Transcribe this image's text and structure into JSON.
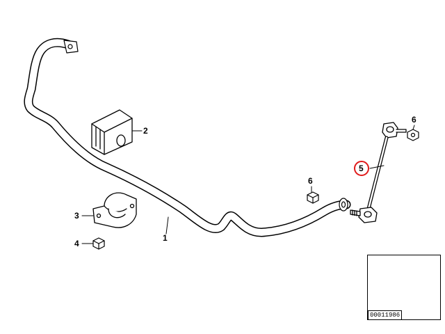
{
  "parts": [
    {
      "number": "1",
      "name": "stabilizer-bar"
    },
    {
      "number": "2",
      "name": "rubber-mounting"
    },
    {
      "number": "3",
      "name": "bracket"
    },
    {
      "number": "4",
      "name": "nut"
    },
    {
      "number": "5",
      "name": "stabilizer-link",
      "highlighted": true
    },
    {
      "number": "6",
      "name": "self-locking-nut-upper"
    },
    {
      "number": "6",
      "name": "self-locking-nut-lower"
    }
  ],
  "highlight_color": "#e01a1a",
  "diagram_id": "00011986"
}
